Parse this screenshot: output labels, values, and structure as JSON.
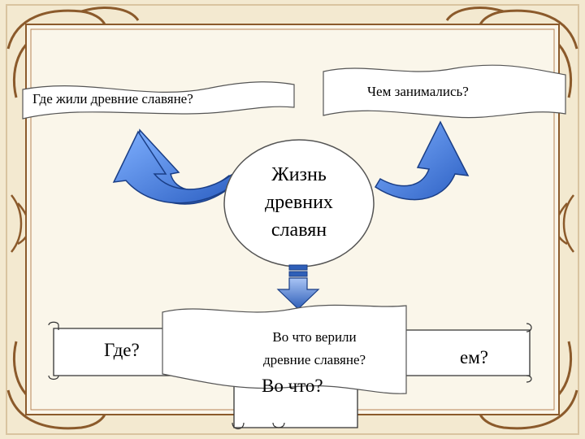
{
  "banner_left": "Где жили древние славяне?",
  "banner_right": "Чем занимались?",
  "center": [
    "Жизнь",
    "древних",
    "славян"
  ],
  "scroll_left": "Где?",
  "scroll_right": "ем?",
  "scroll_middle": "Во что?",
  "banner_bottom": [
    "Во что верили",
    "древние славяне?"
  ],
  "colors": {
    "arrow": "#3a6fd0",
    "frame": "#a0724a",
    "ornament": "#8b5a2b"
  }
}
